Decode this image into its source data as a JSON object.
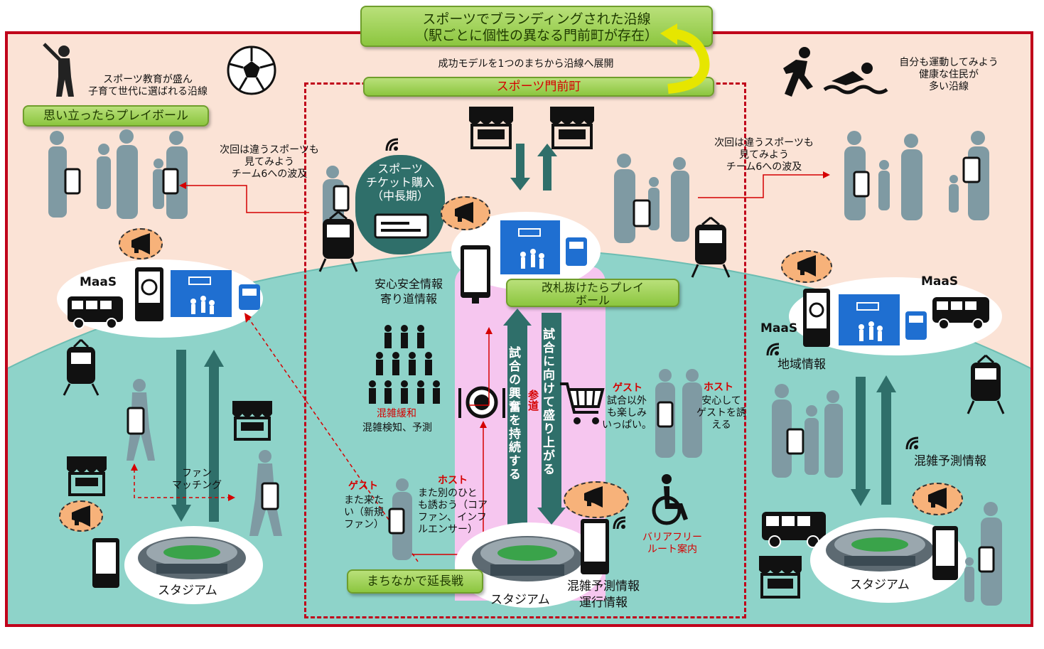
{
  "header": {
    "branding_line1": "スポーツでブランディングされた沿線",
    "branding_line2": "（駅ごとに個性の異なる門前町が存在）",
    "expand_text": "成功モデルを1つのまちから沿線へ展開",
    "monzen_label": "スポーツ門前町"
  },
  "left": {
    "education_line1": "スポーツ教育が盛ん",
    "education_line2": "子育て世代に選ばれる沿線",
    "playball_label": "思い立ったらプレイボール",
    "next_line1": "次回は違うスポーツも",
    "next_line2": "見てみよう",
    "next_line3": "チーム6への波及",
    "maas": "MaaS",
    "fan_line1": "ファン",
    "fan_line2": "マッチング",
    "stadium": "スタジアム"
  },
  "center": {
    "ticket_line1": "スポーツ",
    "ticket_line2": "チケット購入",
    "ticket_line3": "（中長期）",
    "safety_line1": "安心安全情報",
    "safety_line2": "寄り道情報",
    "gate_line1": "改札抜けたらプレイ",
    "gate_line2": "ボール",
    "congestion_relief": "混雑緩和",
    "congestion_detect": "混雑検知、予測",
    "arrow_up_text": "試合の興奮を持続する",
    "arrow_down_text": "試合に向けて盛り上がる",
    "sando": "参道",
    "guest_label": "ゲスト",
    "guest_line1": "試合以外",
    "guest_line2": "も楽しみ",
    "guest_line3": "いっぱい。",
    "host_label": "ホスト",
    "host_line1": "安心して",
    "host_line2": "ゲストを誘",
    "host_line3": "える",
    "guest2_label": "ゲスト",
    "guest2_line1": "また来た",
    "guest2_line2": "い（新規",
    "guest2_line3": "ファン）",
    "host2_label": "ホスト",
    "host2_line1": "また別のひと",
    "host2_line2": "も誘おう（コア",
    "host2_line3": "ファン、インフ",
    "host2_line4": "ルエンサー）",
    "extension_label": "まちなかで延長戦",
    "stadium": "スタジアム",
    "forecast_line1": "混雑予測情報",
    "forecast_line2": "運行情報",
    "barrier_line1": "バリアフリー",
    "barrier_line2": "ルート案内"
  },
  "right": {
    "exercise_line1": "自分も運動してみよう",
    "exercise_line2": "健康な住民が",
    "exercise_line3": "多い沿線",
    "next_line1": "次回は違うスポーツも",
    "next_line2": "見てみよう",
    "next_line3": "チーム6への波及",
    "maas1": "MaaS",
    "maas2": "MaaS",
    "local_info": "地域情報",
    "forecast": "混雑予測情報",
    "stadium": "スタジアム"
  },
  "colors": {
    "frame_red": "#c0001a",
    "background_peach": "#fbe3d6",
    "band_teal": "#8ed3c9",
    "arrow_teal": "#2f6f6a",
    "button_green": "#8cc63f",
    "sando_pink": "#f6c6ef",
    "bubble_orange": "#f7b27a",
    "station_blue": "#1f6fd1",
    "silhouette": "#7f9aa3"
  }
}
